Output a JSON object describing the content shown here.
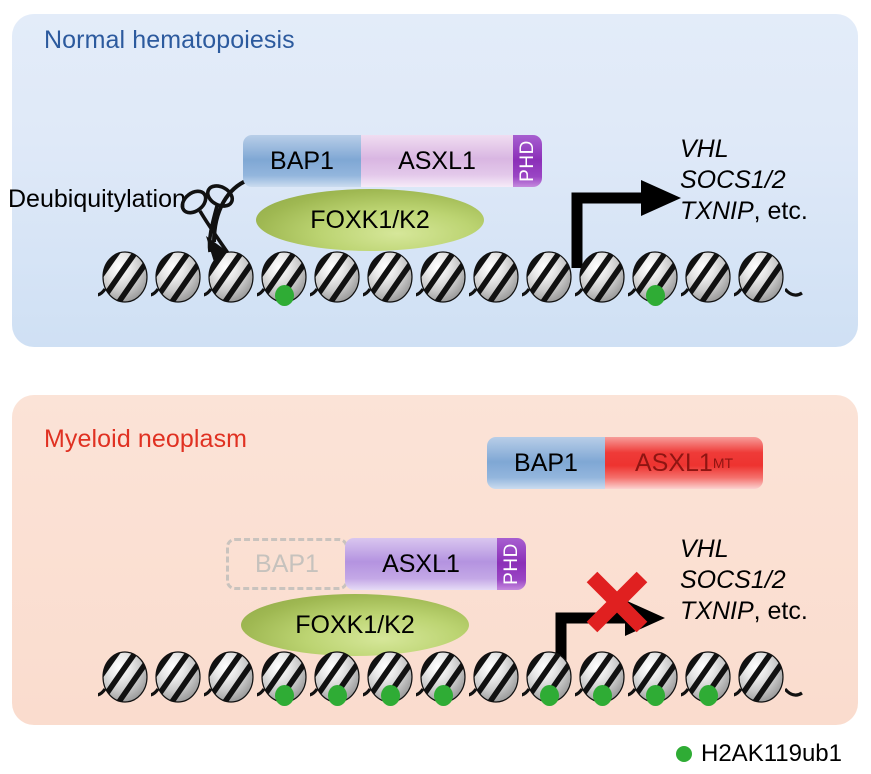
{
  "figure": {
    "legend": {
      "label": "H2AK119ub1",
      "dot_color": "#2fac35",
      "icon": "green-circle-icon"
    }
  },
  "panels": [
    {
      "id": "normal",
      "title": "Normal hematopoiesis",
      "title_color": "#2c5a9e",
      "background_color": "#dce8f7",
      "annotation": "Deubiquitylation",
      "complex": {
        "segments": [
          {
            "name": "BAP1",
            "label": "BAP1",
            "color": "#7fa7d4"
          },
          {
            "name": "ASXL1",
            "label": "ASXL1",
            "color": "#d9b6e2"
          },
          {
            "name": "PHD",
            "label": "PHD",
            "color": "#8b2fb8"
          }
        ],
        "cofactor": {
          "label": "FOXK1/K2",
          "color": "#9fb852"
        }
      },
      "genes": [
        {
          "italic": "VHL",
          "plain": ""
        },
        {
          "italic": "SOCS1/2",
          "plain": ""
        },
        {
          "italic": "TXNIP",
          "plain": ", etc."
        }
      ],
      "transcription": {
        "arrow": "bent-arrow-right",
        "blocked": false
      },
      "chromatin": {
        "nucleosome_count": 13,
        "ubiquitin_positions": [
          3,
          10
        ],
        "ubiquitin_count": 2
      }
    },
    {
      "id": "neoplasm",
      "title": "Myeloid neoplasm",
      "title_color": "#e03122",
      "background_color": "#fbe0d3",
      "annotation": "",
      "mutant_complex": {
        "segments": [
          {
            "name": "BAP1",
            "label": "BAP1",
            "color": "#7fa7d4"
          },
          {
            "name": "ASXL1-MT",
            "label": "ASXL1",
            "superscript": "MT",
            "color": "#ee3330"
          }
        ]
      },
      "complex": {
        "segments": [
          {
            "name": "BAP1-absent",
            "label": "BAP1",
            "color": "#c6c2bd",
            "style": "dashed-ghost"
          },
          {
            "name": "ASXL1",
            "label": "ASXL1",
            "color": "#b493e0"
          },
          {
            "name": "PHD",
            "label": "PHD",
            "color": "#8b2fb8"
          }
        ],
        "cofactor": {
          "label": "FOXK1/K2",
          "color": "#9fb852"
        }
      },
      "genes": [
        {
          "italic": "VHL",
          "plain": ""
        },
        {
          "italic": "SOCS1/2",
          "plain": ""
        },
        {
          "italic": "TXNIP",
          "plain": ", etc."
        }
      ],
      "transcription": {
        "arrow": "bent-arrow-right",
        "blocked": true,
        "block_color": "#e02020"
      },
      "chromatin": {
        "nucleosome_count": 13,
        "ubiquitin_positions": [
          3,
          4,
          5,
          6,
          8,
          9,
          10,
          11
        ],
        "ubiquitin_count": 8
      }
    }
  ]
}
